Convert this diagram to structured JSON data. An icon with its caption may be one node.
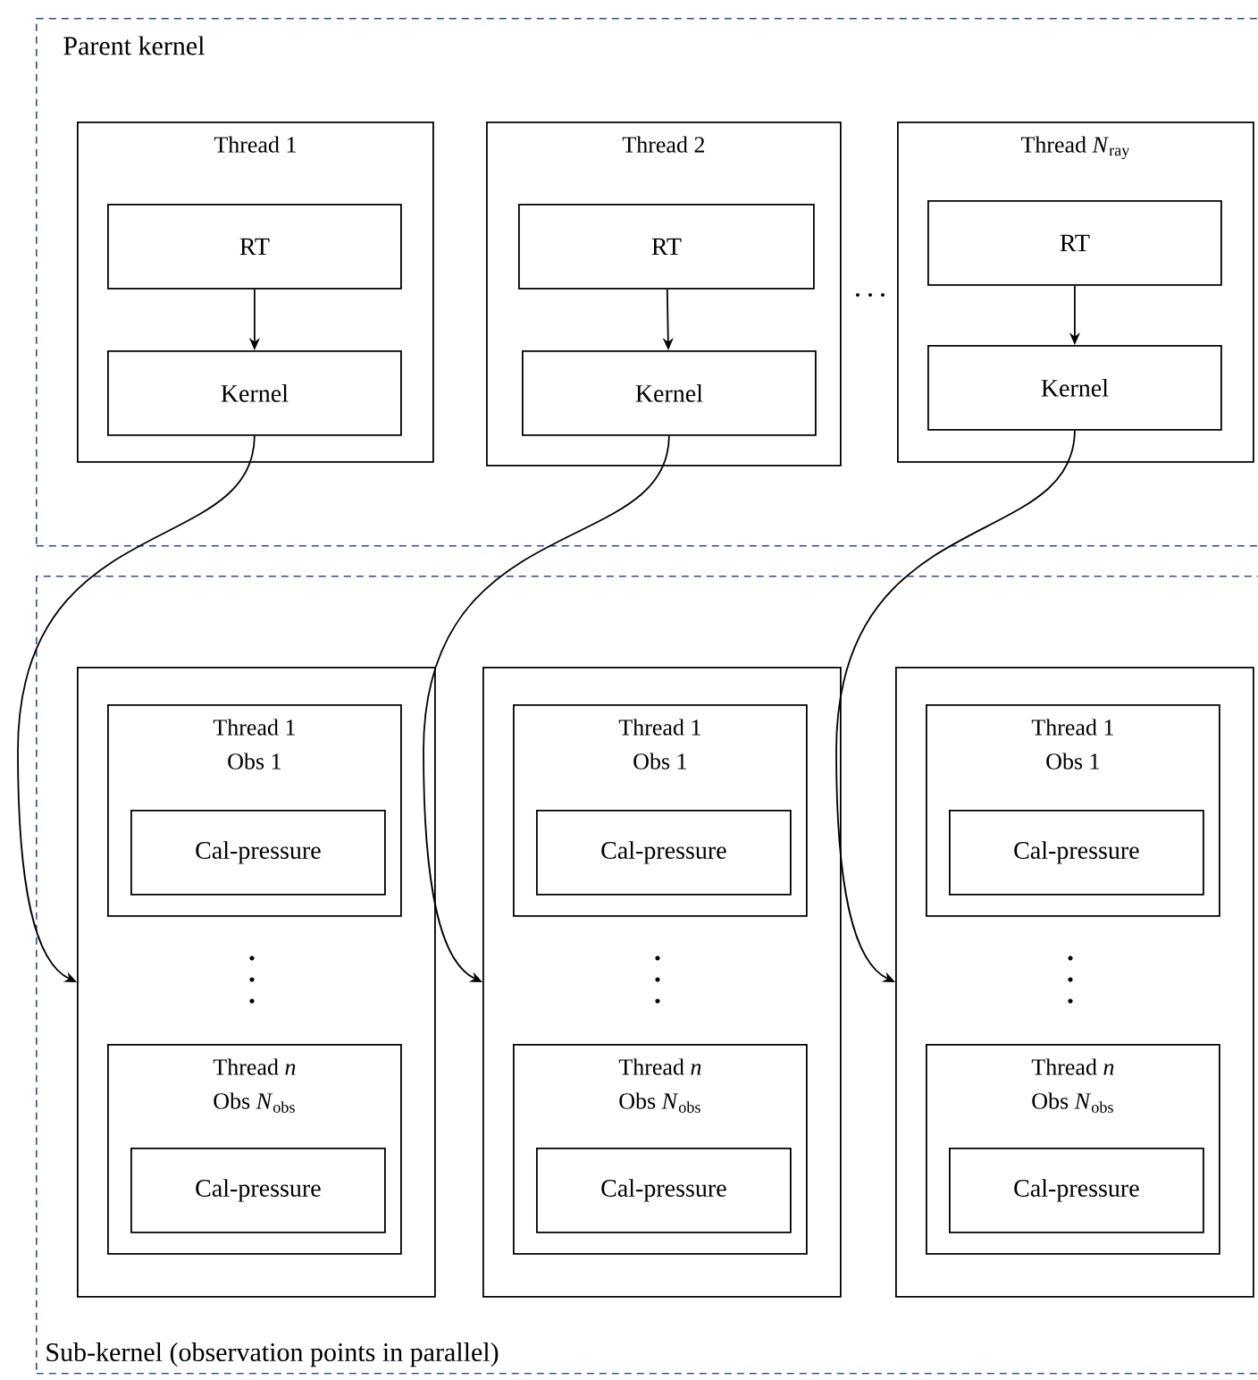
{
  "diagram": {
    "nodes": [
      {
        "text": [
          "Parent kernel"
        ]
      },
      {
        "text": [
          "Thread 1"
        ],
        "in": 0
      },
      {
        "text": [
          "RT"
        ],
        "in": 1
      },
      {
        "text": [
          "Kernel"
        ],
        "in": 1
      },
      {
        "text": [
          "Thread 2"
        ],
        "in": 0
      },
      {
        "text": [
          "RT"
        ],
        "in": 4
      },
      {
        "text": [
          "Kernel"
        ],
        "in": 4
      },
      {
        "text": [
          "Thread *N*$_{ray}$"
        ],
        "in": 0
      },
      {
        "text": [
          "RT"
        ],
        "in": 7
      },
      {
        "text": [
          "Kernel"
        ],
        "in": 7
      },
      {
        "text": [
          "Sub-kernel (observation points in parallel)"
        ]
      },
      {
        "text": [],
        "shape": "box",
        "in": 10
      },
      {
        "text": [
          "Thread 1",
          "Obs 1"
        ],
        "in": 11
      },
      {
        "text": [
          "Cal-pressure"
        ],
        "in": 12
      },
      {
        "text": [
          "Thread *n*",
          "Obs *N*$_{obs}$"
        ],
        "in": 11
      },
      {
        "text": [
          "Cal-pressure"
        ],
        "in": 14
      },
      {
        "text": [],
        "shape": "box",
        "in": 10
      },
      {
        "text": [
          "Thread 1",
          "Obs 1"
        ],
        "in": 16
      },
      {
        "text": [
          "Cal-pressure"
        ],
        "in": 17
      },
      {
        "text": [
          "Thread *n*",
          "Obs *N*$_{obs}$"
        ],
        "in": 16
      },
      {
        "text": [
          "Cal-pressure"
        ],
        "in": 19
      },
      {
        "text": [],
        "shape": "box",
        "in": 10
      },
      {
        "text": [
          "Thread 1",
          "Obs 1"
        ],
        "in": 21
      },
      {
        "text": [
          "Cal-pressure"
        ],
        "in": 22
      },
      {
        "text": [
          "Thread *n*",
          "Obs *N*$_{obs}$"
        ],
        "in": 21
      },
      {
        "text": [
          "Cal-pressure"
        ],
        "in": 24
      }
    ],
    "edges": [
      {
        "from": 2,
        "to": 3,
        "arrow": "to"
      },
      {
        "from": 5,
        "to": 6,
        "arrow": "to"
      },
      {
        "from": 8,
        "to": 9,
        "arrow": "to"
      },
      {
        "from": 3,
        "to": 11,
        "arrow": "to"
      },
      {
        "from": 6,
        "to": 16,
        "arrow": "to"
      },
      {
        "from": 9,
        "to": 21,
        "arrow": "to"
      }
    ]
  }
}
